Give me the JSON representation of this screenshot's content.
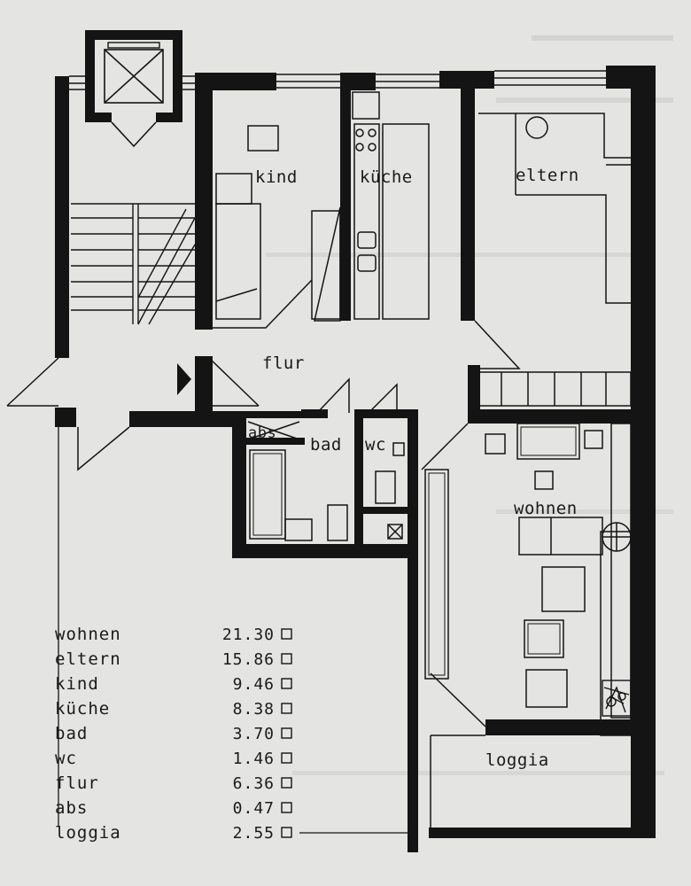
{
  "rooms": {
    "kind": "kind",
    "kueche": "küche",
    "eltern": "eltern",
    "flur": "flur",
    "abs": "abs",
    "bad": "bad",
    "wc": "wc",
    "wohnen": "wohnen",
    "loggia": "loggia"
  },
  "areas": [
    {
      "name": "wohnen",
      "value": "21.30"
    },
    {
      "name": "eltern",
      "value": "15.86"
    },
    {
      "name": "kind",
      "value": "9.46"
    },
    {
      "name": "küche",
      "value": "8.38"
    },
    {
      "name": "bad",
      "value": "3.70"
    },
    {
      "name": "wc",
      "value": "1.46"
    },
    {
      "name": "flur",
      "value": "6.36"
    },
    {
      "name": "abs",
      "value": "0.47"
    },
    {
      "name": "loggia",
      "value": "2.55"
    }
  ],
  "colors": {
    "paper": "#e4e4e2",
    "ink": "#141414"
  }
}
